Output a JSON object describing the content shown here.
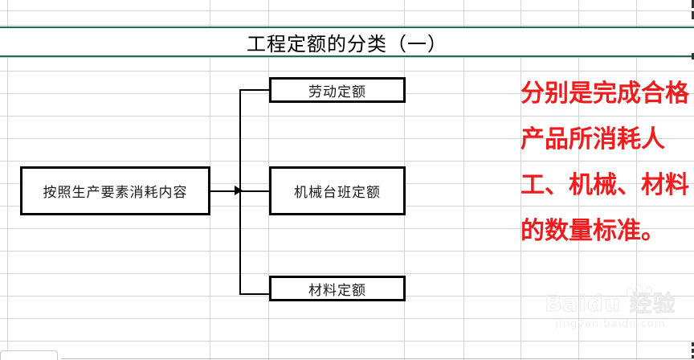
{
  "app": {
    "type": "spreadsheet-slide",
    "background": "#ffffff"
  },
  "title": {
    "text": "工程定额的分类（一）",
    "rule_color": "#1d6f52"
  },
  "diagram": {
    "source_box": {
      "label": "按照生产要素消耗内容"
    },
    "branches": [
      {
        "label": "劳动定额"
      },
      {
        "label": "机械台班定额"
      },
      {
        "label": "材料定额"
      }
    ],
    "border_color": "#000000"
  },
  "annotation": {
    "text": "分别是完成合格产品所消耗人工、机械、材料的数量标准。",
    "color": "#ee1c1c"
  },
  "watermark": {
    "brand": "Baidu 经验",
    "url": "jingyan.baidu.com"
  },
  "grid": {
    "line_color": "#d4d4d4",
    "rows_y": [
      13,
      31,
      71,
      88,
      116,
      144,
      172,
      200,
      228,
      256,
      284,
      312,
      340,
      368,
      396,
      424
    ],
    "cols_x": [
      9,
      261,
      334,
      503,
      577,
      648,
      720,
      792
    ]
  },
  "chart_data": {
    "type": "diagram",
    "title": "工程定额的分类（一）",
    "nodes": [
      {
        "id": "source",
        "label": "按照生产要素消耗内容",
        "level": 0
      },
      {
        "id": "labor",
        "label": "劳动定额",
        "level": 1
      },
      {
        "id": "machine",
        "label": "机械台班定额",
        "level": 1
      },
      {
        "id": "material",
        "label": "材料定额",
        "level": 1
      }
    ],
    "edges": [
      {
        "from": "source",
        "to": "labor"
      },
      {
        "from": "source",
        "to": "machine"
      },
      {
        "from": "source",
        "to": "material"
      }
    ],
    "annotation": "分别是完成合格产品所消耗人工、机械、材料的数量标准。"
  }
}
